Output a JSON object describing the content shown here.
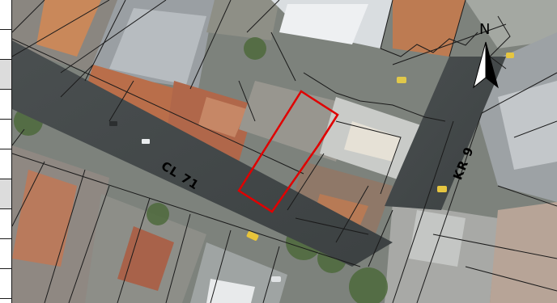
{
  "map": {
    "street_labels": {
      "cl71": "CL 71",
      "kr9": "KR 9"
    },
    "north_arrow": {
      "letter": "N",
      "icon": "north-arrow-icon"
    },
    "highlight_color": "#e00000",
    "parcel_line_color": "#1a1a1a"
  },
  "left_panel": {
    "rows": [
      "",
      "",
      "",
      "",
      "",
      "",
      "",
      "",
      "",
      ""
    ],
    "shaded_rows": [
      2,
      6
    ]
  }
}
